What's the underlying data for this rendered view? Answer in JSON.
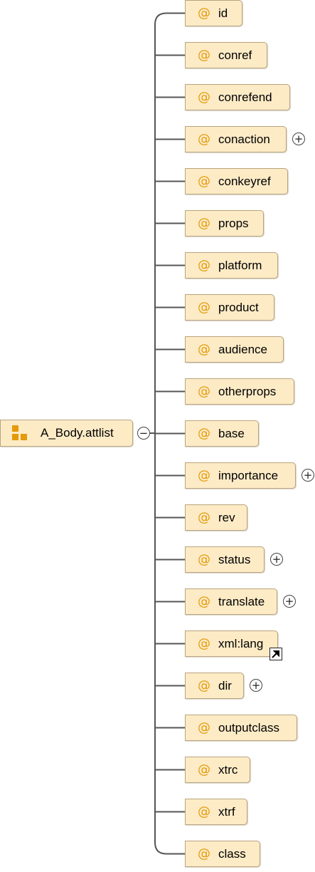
{
  "root": {
    "label": "A_Body.attlist",
    "icon": "attribute-group-icon",
    "expanded": true
  },
  "attributes": [
    {
      "name": "id",
      "icon": "@",
      "expandable": false,
      "reference": false
    },
    {
      "name": "conref",
      "icon": "@",
      "expandable": false,
      "reference": false
    },
    {
      "name": "conrefend",
      "icon": "@",
      "expandable": false,
      "reference": false
    },
    {
      "name": "conaction",
      "icon": "@",
      "expandable": true,
      "reference": false
    },
    {
      "name": "conkeyref",
      "icon": "@",
      "expandable": false,
      "reference": false
    },
    {
      "name": "props",
      "icon": "@",
      "expandable": false,
      "reference": false
    },
    {
      "name": "platform",
      "icon": "@",
      "expandable": false,
      "reference": false
    },
    {
      "name": "product",
      "icon": "@",
      "expandable": false,
      "reference": false
    },
    {
      "name": "audience",
      "icon": "@",
      "expandable": false,
      "reference": false
    },
    {
      "name": "otherprops",
      "icon": "@",
      "expandable": false,
      "reference": false
    },
    {
      "name": "base",
      "icon": "@",
      "expandable": false,
      "reference": false
    },
    {
      "name": "importance",
      "icon": "@",
      "expandable": true,
      "reference": false
    },
    {
      "name": "rev",
      "icon": "@",
      "expandable": false,
      "reference": false
    },
    {
      "name": "status",
      "icon": "@",
      "expandable": true,
      "reference": false
    },
    {
      "name": "translate",
      "icon": "@",
      "expandable": true,
      "reference": false
    },
    {
      "name": "xml:lang",
      "icon": "@",
      "expandable": false,
      "reference": true
    },
    {
      "name": "dir",
      "icon": "@",
      "expandable": true,
      "reference": false
    },
    {
      "name": "outputclass",
      "icon": "@",
      "expandable": false,
      "reference": false
    },
    {
      "name": "xtrc",
      "icon": "@",
      "expandable": false,
      "reference": false
    },
    {
      "name": "xtrf",
      "icon": "@",
      "expandable": false,
      "reference": false
    },
    {
      "name": "class",
      "icon": "@",
      "expandable": false,
      "reference": false
    }
  ],
  "colors": {
    "node_fill": "#fdebc6",
    "node_border": "#b8a47e",
    "icon": "#e59a0a",
    "connector": "#555555"
  }
}
